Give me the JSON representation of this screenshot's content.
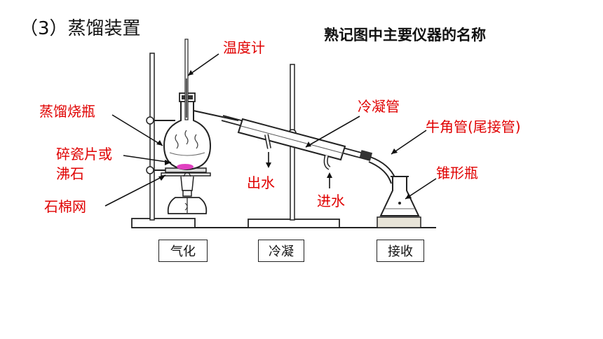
{
  "title": "（3）蒸馏装置",
  "subtitle": "熟记图中主要仪器的名称",
  "labels": {
    "thermometer": "温度计",
    "flask": "蒸馏烧瓶",
    "chips_line1": "碎瓷片或",
    "chips_line2": "沸石",
    "gauze": "石棉网",
    "condenser": "冷凝管",
    "adapter": "牛角管(尾接管)",
    "water_out": "出水",
    "water_in": "进水",
    "erlenmeyer": "锥形瓶"
  },
  "stages": [
    "气化",
    "冷凝",
    "接收"
  ],
  "colors": {
    "label": "#e00000",
    "line": "#111111",
    "boiling_chips": "#e040c0"
  }
}
